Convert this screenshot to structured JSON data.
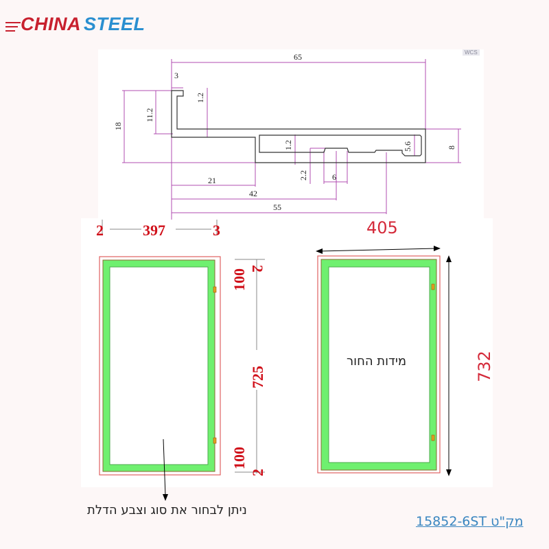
{
  "logo": {
    "part1": "CHINA",
    "part2": "STEEL",
    "color1": "#c8202e",
    "color2": "#2a8fd0"
  },
  "profile_drawing": {
    "wcs_label": "WCS",
    "line_color": "#b04cb0",
    "dimensions": {
      "overall_width": "65",
      "lip_width": "3",
      "lip_thickness": "1.2",
      "inner_height": "11.2",
      "overall_height": "18",
      "bottom_wall": "1.2",
      "right_height": "8",
      "right_inner": "5.6",
      "groove_depth": "2.2",
      "groove_width": "6",
      "dim_21": "21",
      "dim_42": "42",
      "dim_55": "55"
    }
  },
  "door_left": {
    "top_left": "2",
    "width": "397",
    "top_right": "3",
    "hinge_top": "100",
    "top_gap": "2",
    "height": "725",
    "hinge_bottom": "100",
    "bottom_gap": "2",
    "frame_color": "#6ff06f",
    "outline_color": "#e06060"
  },
  "door_right": {
    "width": "405",
    "height": "732",
    "center_label": "מידות החור"
  },
  "note": "ניתן לבחור  את סוג וצבע הדלת",
  "sku_link": "מק\"ט 15852-6ST"
}
